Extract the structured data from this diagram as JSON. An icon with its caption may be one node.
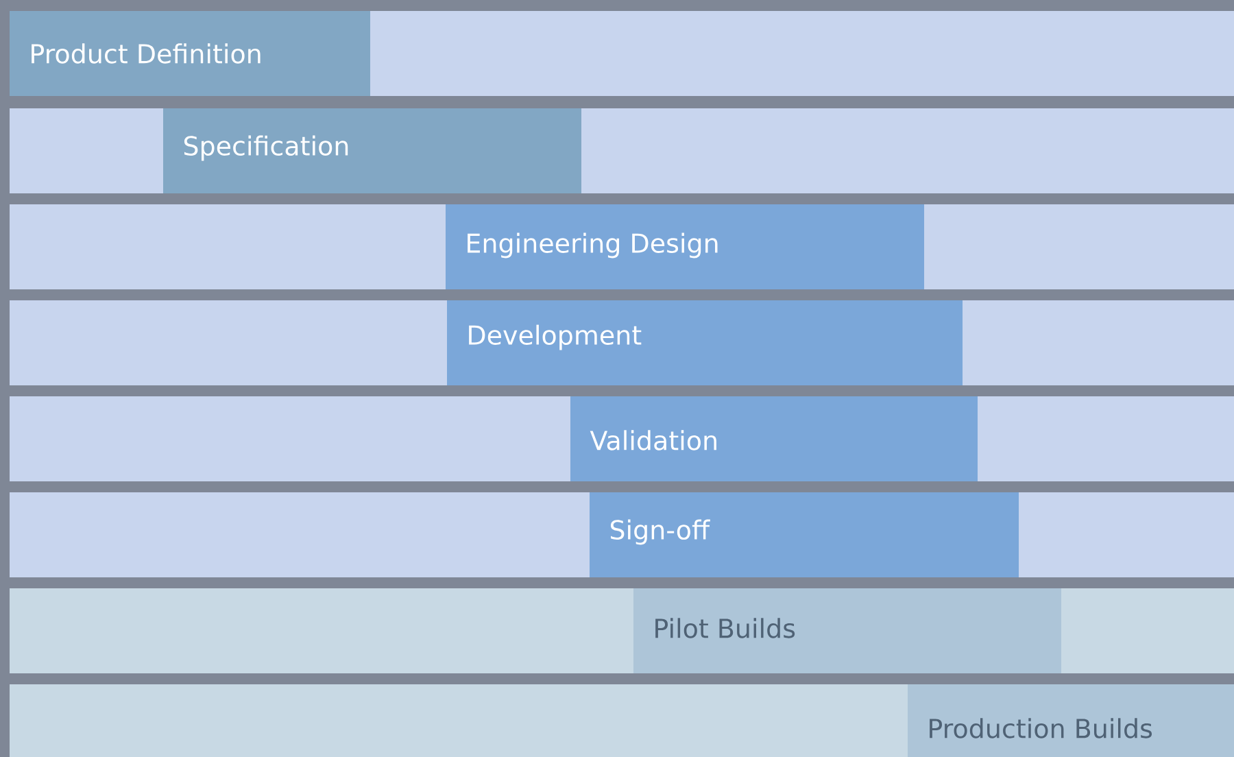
{
  "diagram": {
    "nodes": [
      {
        "text": [
          "Product Definition"
        ]
      },
      {
        "text": [
          "Specification"
        ]
      },
      {
        "text": [
          "Engineering Design"
        ]
      },
      {
        "text": [
          "Development"
        ]
      },
      {
        "text": [
          "Validation"
        ]
      },
      {
        "text": [
          "Sign-off"
        ]
      },
      {
        "text": [
          "Pilot Builds"
        ]
      },
      {
        "text": [
          "Production Builds"
        ]
      }
    ]
  }
}
